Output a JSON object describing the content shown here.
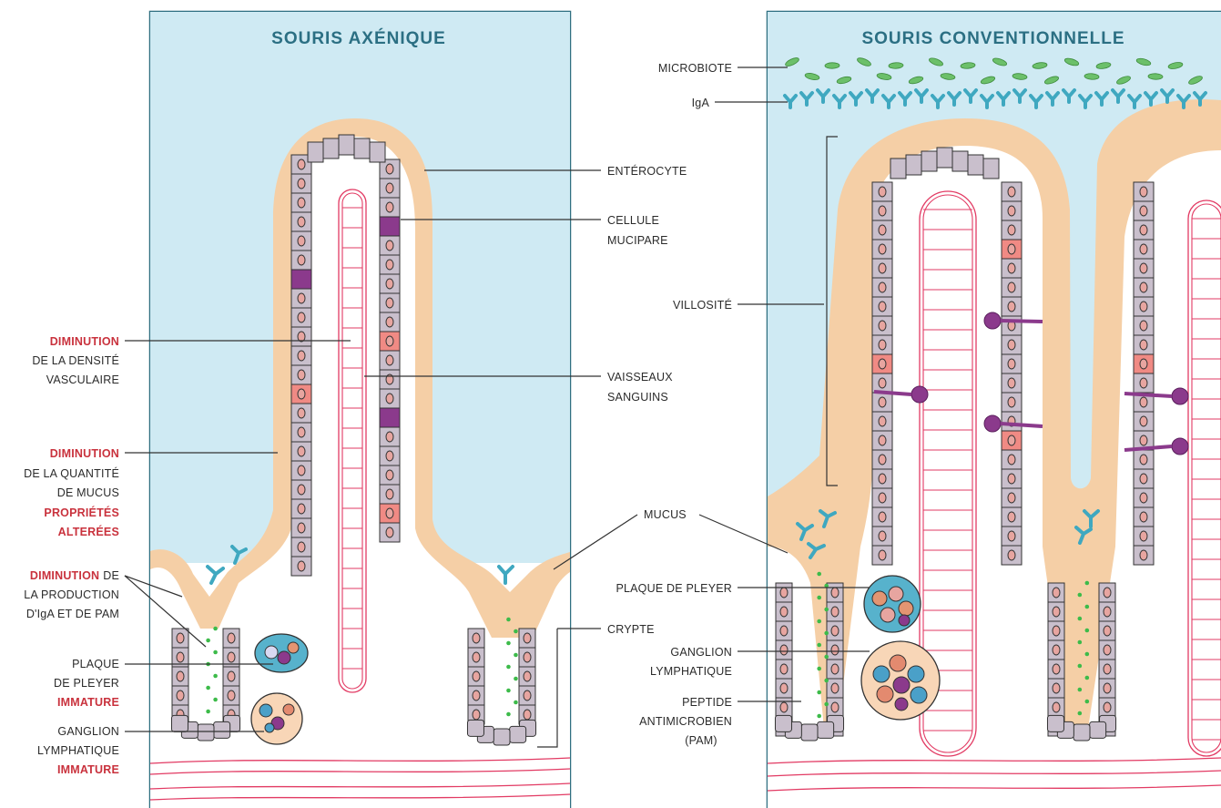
{
  "left_panel": {
    "title": "SOURIS AXÉNIQUE",
    "annotations": {
      "vasc_red": "DIMINUTION",
      "vasc_l1": "DE LA DENSITÉ",
      "vasc_l2": "VASCULAIRE",
      "mucus_red": "DIMINUTION",
      "mucus_l1": "DE LA QUANTITÉ",
      "mucus_l2": "DE MUCUS",
      "mucus_red2": "PROPRIÉTÉS",
      "mucus_red3": "ALTERÉES",
      "iga_red": "DIMINUTION",
      "iga_de": "DE",
      "iga_l1": "LA PRODUCTION",
      "iga_l2": "D'IgA ET DE PAM",
      "pp_l1": "PLAQUE",
      "pp_l2": "DE PLEYER",
      "pp_red": "IMMATURE",
      "gl_l1": "GANGLION",
      "gl_l2": "LYMPHATIQUE",
      "gl_red": "IMMATURE"
    }
  },
  "right_panel": {
    "title": "SOURIS CONVENTIONNELLE",
    "labels": {
      "microbiote": "MICROBIOTE",
      "iga": "IgA",
      "villosite": "VILLOSITÉ",
      "plaque": "PLAQUE DE PLEYER",
      "ganglion_l1": "GANGLION",
      "ganglion_l2": "LYMPHATIQUE",
      "peptide_l1": "PEPTIDE",
      "peptide_l2": "ANTIMICROBIEN",
      "peptide_l3": "(PAM)"
    }
  },
  "center_labels": {
    "enterocyte": "ENTÉROCYTE",
    "cellule_l1": "CELLULE",
    "cellule_l2": "MUCIPARE",
    "vaisseaux_l1": "VAISSEAUX",
    "vaisseaux_l2": "SANGUINS",
    "mucus": "MUCUS",
    "crypte": "CRYPTE"
  },
  "colors": {
    "lumen": "#cfeaf3",
    "mucus": "#f5cfa6",
    "cell": "#c9bfcc",
    "nucleus": "#e7a5a0",
    "goblet": "#8b3a8c",
    "vessel": "#e23a63",
    "frame": "#2f6f80",
    "title": "#2b6f83",
    "highlight": "#c9323d",
    "bacteria": "#6cc06a",
    "iga": "#3fa8c0",
    "pam": "#3dbb4a"
  }
}
